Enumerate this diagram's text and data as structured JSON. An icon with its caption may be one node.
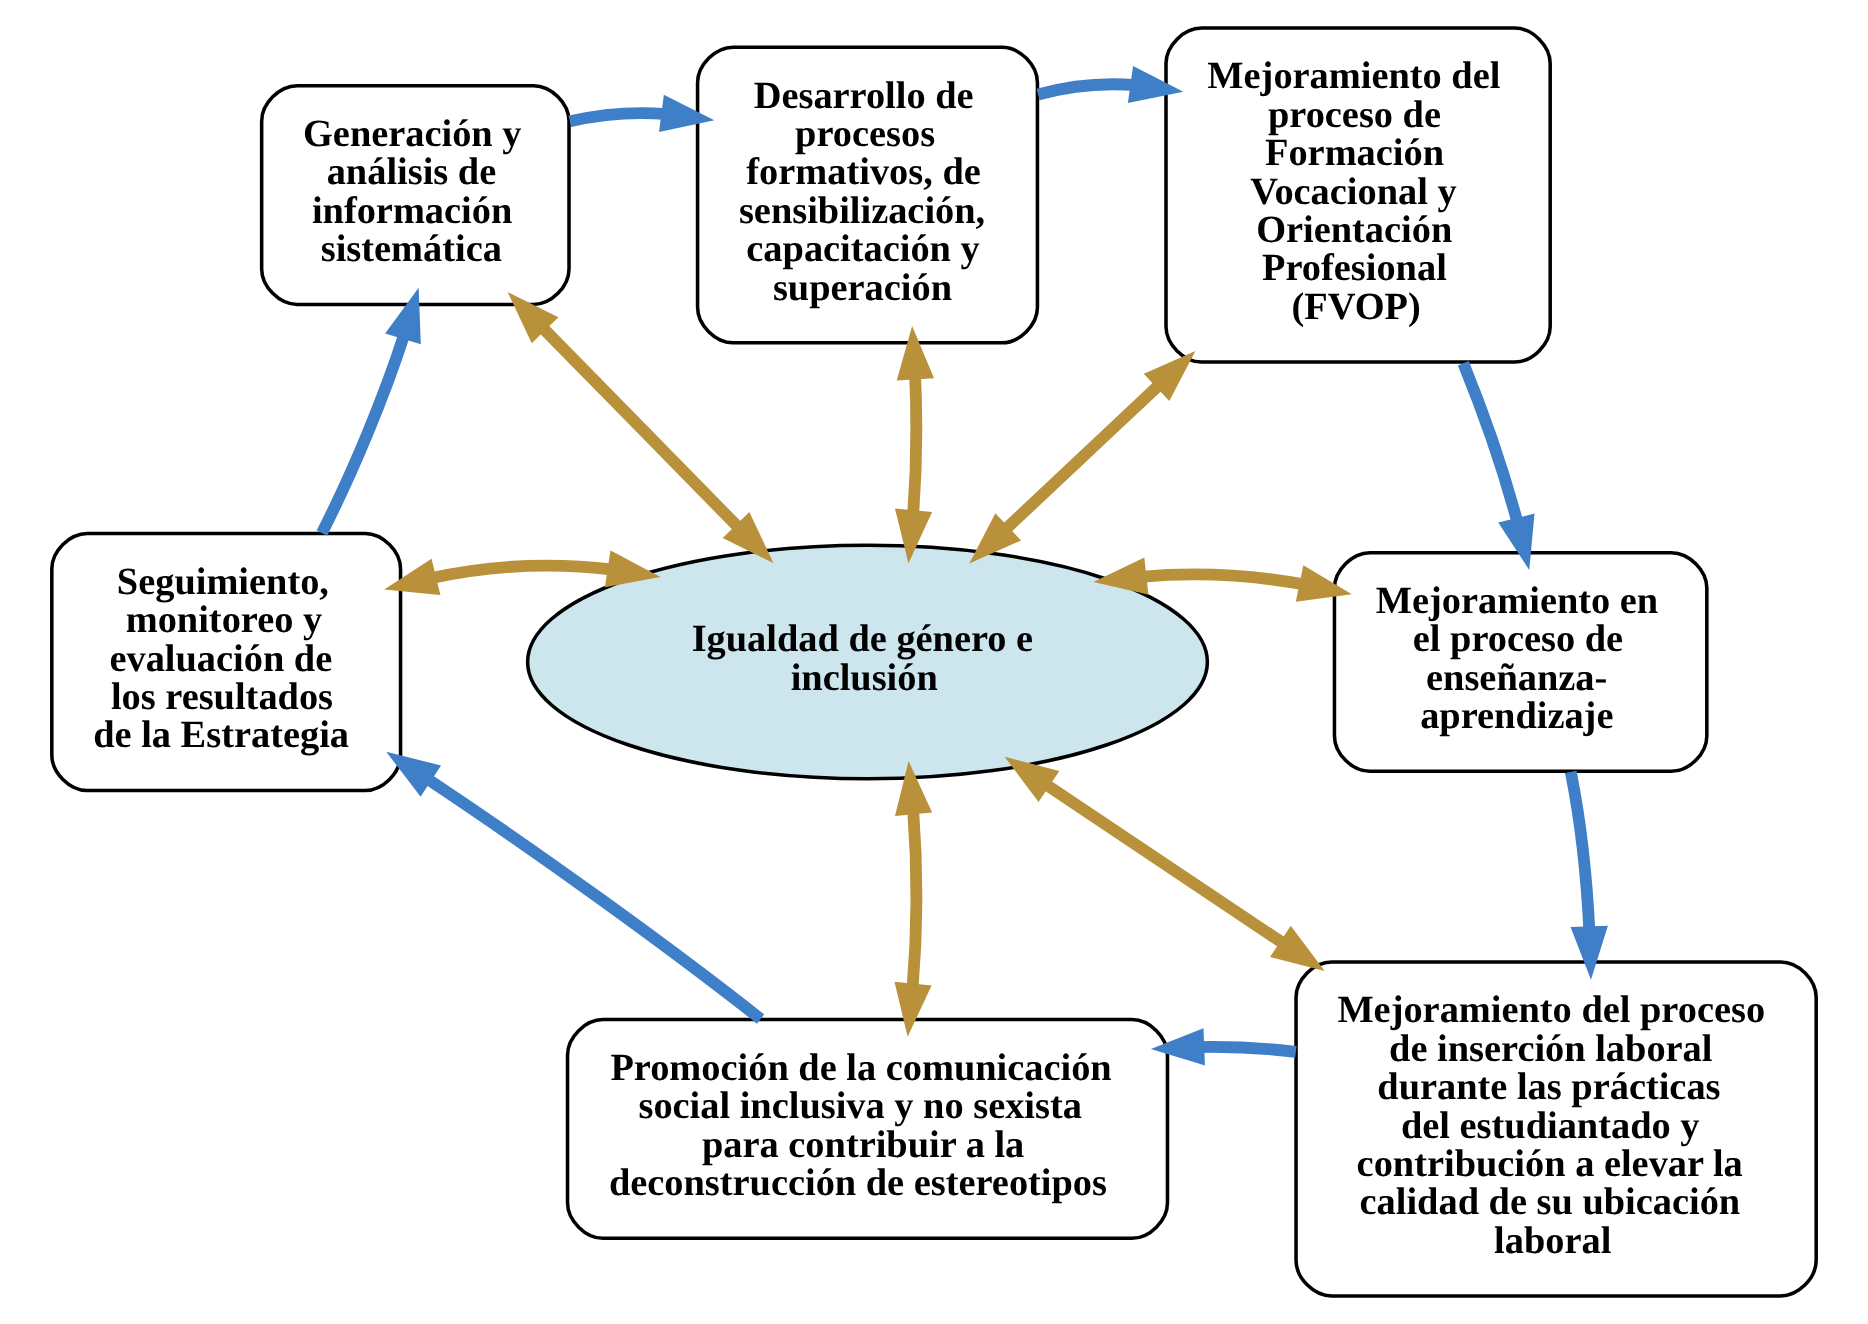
{
  "diagram": {
    "nodes": [
      {
        "text": [
          "Generación y análisis de información sistemática"
        ]
      },
      {
        "text": [
          "Desarrollo de procesos formativos, de sensibilización, capacitación y superación"
        ]
      },
      {
        "text": [
          "Mejoramiento del proceso de Formación Vocacional y Orientación Profesional (FVOP)"
        ]
      },
      {
        "text": [
          "Mejoramiento en el proceso de enseñanza-aprendizaje"
        ]
      },
      {
        "text": [
          "Mejoramiento del proceso de inserción laboral durante las prácticas del estudiantado y contribución a elevar la calidad de su ubicación laboral"
        ]
      },
      {
        "text": [
          "Promoción de la comunicación social inclusiva y no sexista para contribuir a la deconstrucción de estereotipos"
        ]
      },
      {
        "text": [
          "Seguimiento, monitoreo y evaluación de los resultados de la Estrategia"
        ]
      },
      {
        "text": [
          "Igualdad de género e inclusión"
        ]
      }
    ],
    "edges": [
      {
        "from": 0,
        "to": 1,
        "arrow": "to",
        "color": "#3f7fc8"
      },
      {
        "from": 1,
        "to": 2,
        "arrow": "to",
        "color": "#3f7fc8"
      },
      {
        "from": 2,
        "to": 3,
        "arrow": "to",
        "color": "#3f7fc8"
      },
      {
        "from": 3,
        "to": 4,
        "arrow": "to",
        "color": "#3f7fc8"
      },
      {
        "from": 4,
        "to": 5,
        "arrow": "to",
        "color": "#3f7fc8"
      },
      {
        "from": 5,
        "to": 6,
        "arrow": "to",
        "color": "#3f7fc8"
      },
      {
        "from": 6,
        "to": 0,
        "arrow": "to",
        "color": "#3f7fc8"
      },
      {
        "from": 7,
        "to": 0,
        "arrow": "both",
        "color": "#b8913a"
      },
      {
        "from": 7,
        "to": 1,
        "arrow": "both",
        "color": "#b8913a"
      },
      {
        "from": 7,
        "to": 2,
        "arrow": "both",
        "color": "#b8913a"
      },
      {
        "from": 7,
        "to": 3,
        "arrow": "both",
        "color": "#b8913a"
      },
      {
        "from": 7,
        "to": 4,
        "arrow": "both",
        "color": "#b8913a"
      },
      {
        "from": 7,
        "to": 5,
        "arrow": "both",
        "color": "#b8913a"
      },
      {
        "from": 7,
        "to": 6,
        "arrow": "both",
        "color": "#b8913a"
      }
    ]
  }
}
